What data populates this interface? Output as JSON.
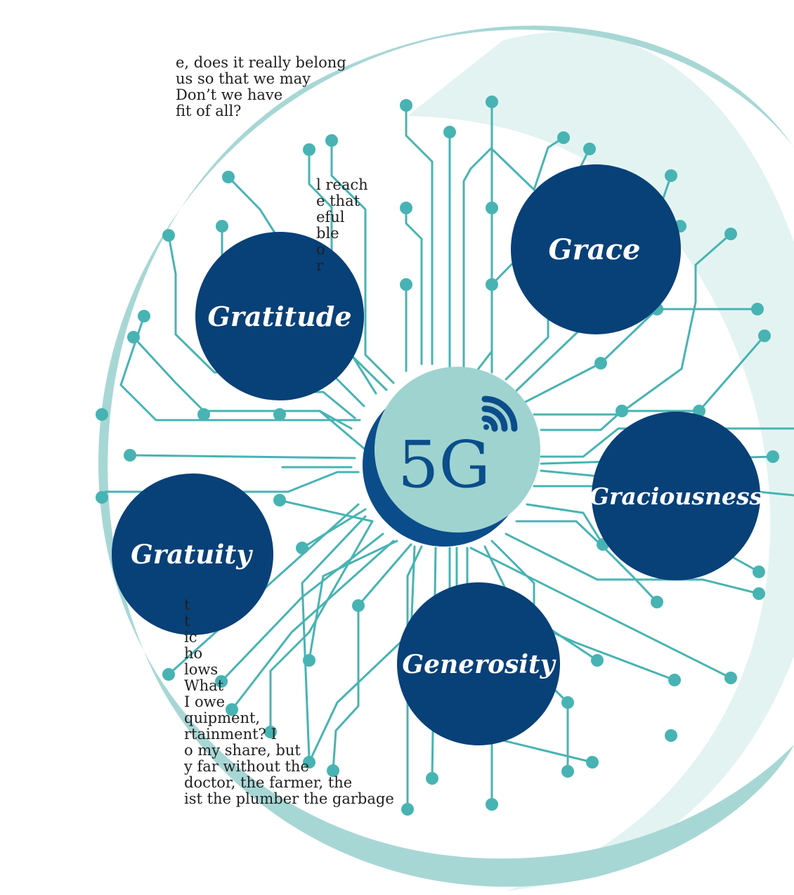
{
  "article": {
    "paragraph_top": [
      "e, does it really belong",
      "us so that we may",
      "Don’t we have",
      "fit of all?"
    ],
    "paragraph_mid": [
      "l  reach",
      "e that",
      "eful",
      "ble",
      "o",
      "r"
    ],
    "paragraph_bottom": [
      "t",
      "t",
      "ic",
      "ho",
      "lows",
      "What",
      "I  owe",
      "quipment,",
      "rtainment? I",
      "o  my share, but",
      "y  far  without  the",
      "doctor, the farmer, the",
      "ist  the plumber  the garbage"
    ]
  },
  "diagram": {
    "hub": {
      "label": "5G",
      "icon": "wifi-signal-icon"
    },
    "nodes": [
      {
        "id": "gratitude",
        "label": "Gratitude"
      },
      {
        "id": "grace",
        "label": "Grace"
      },
      {
        "id": "graciousness",
        "label": "Graciousness"
      },
      {
        "id": "gratuity",
        "label": "Gratuity"
      },
      {
        "id": "generosity",
        "label": "Generosity"
      }
    ]
  },
  "colors": {
    "navy": "#0b4d8a",
    "node_navy": "#084078",
    "teal": "#48b3b3",
    "pale_teal": "#a7d7d5",
    "hub_fill": "#9fd3d0",
    "text": "#1f1f1f"
  }
}
